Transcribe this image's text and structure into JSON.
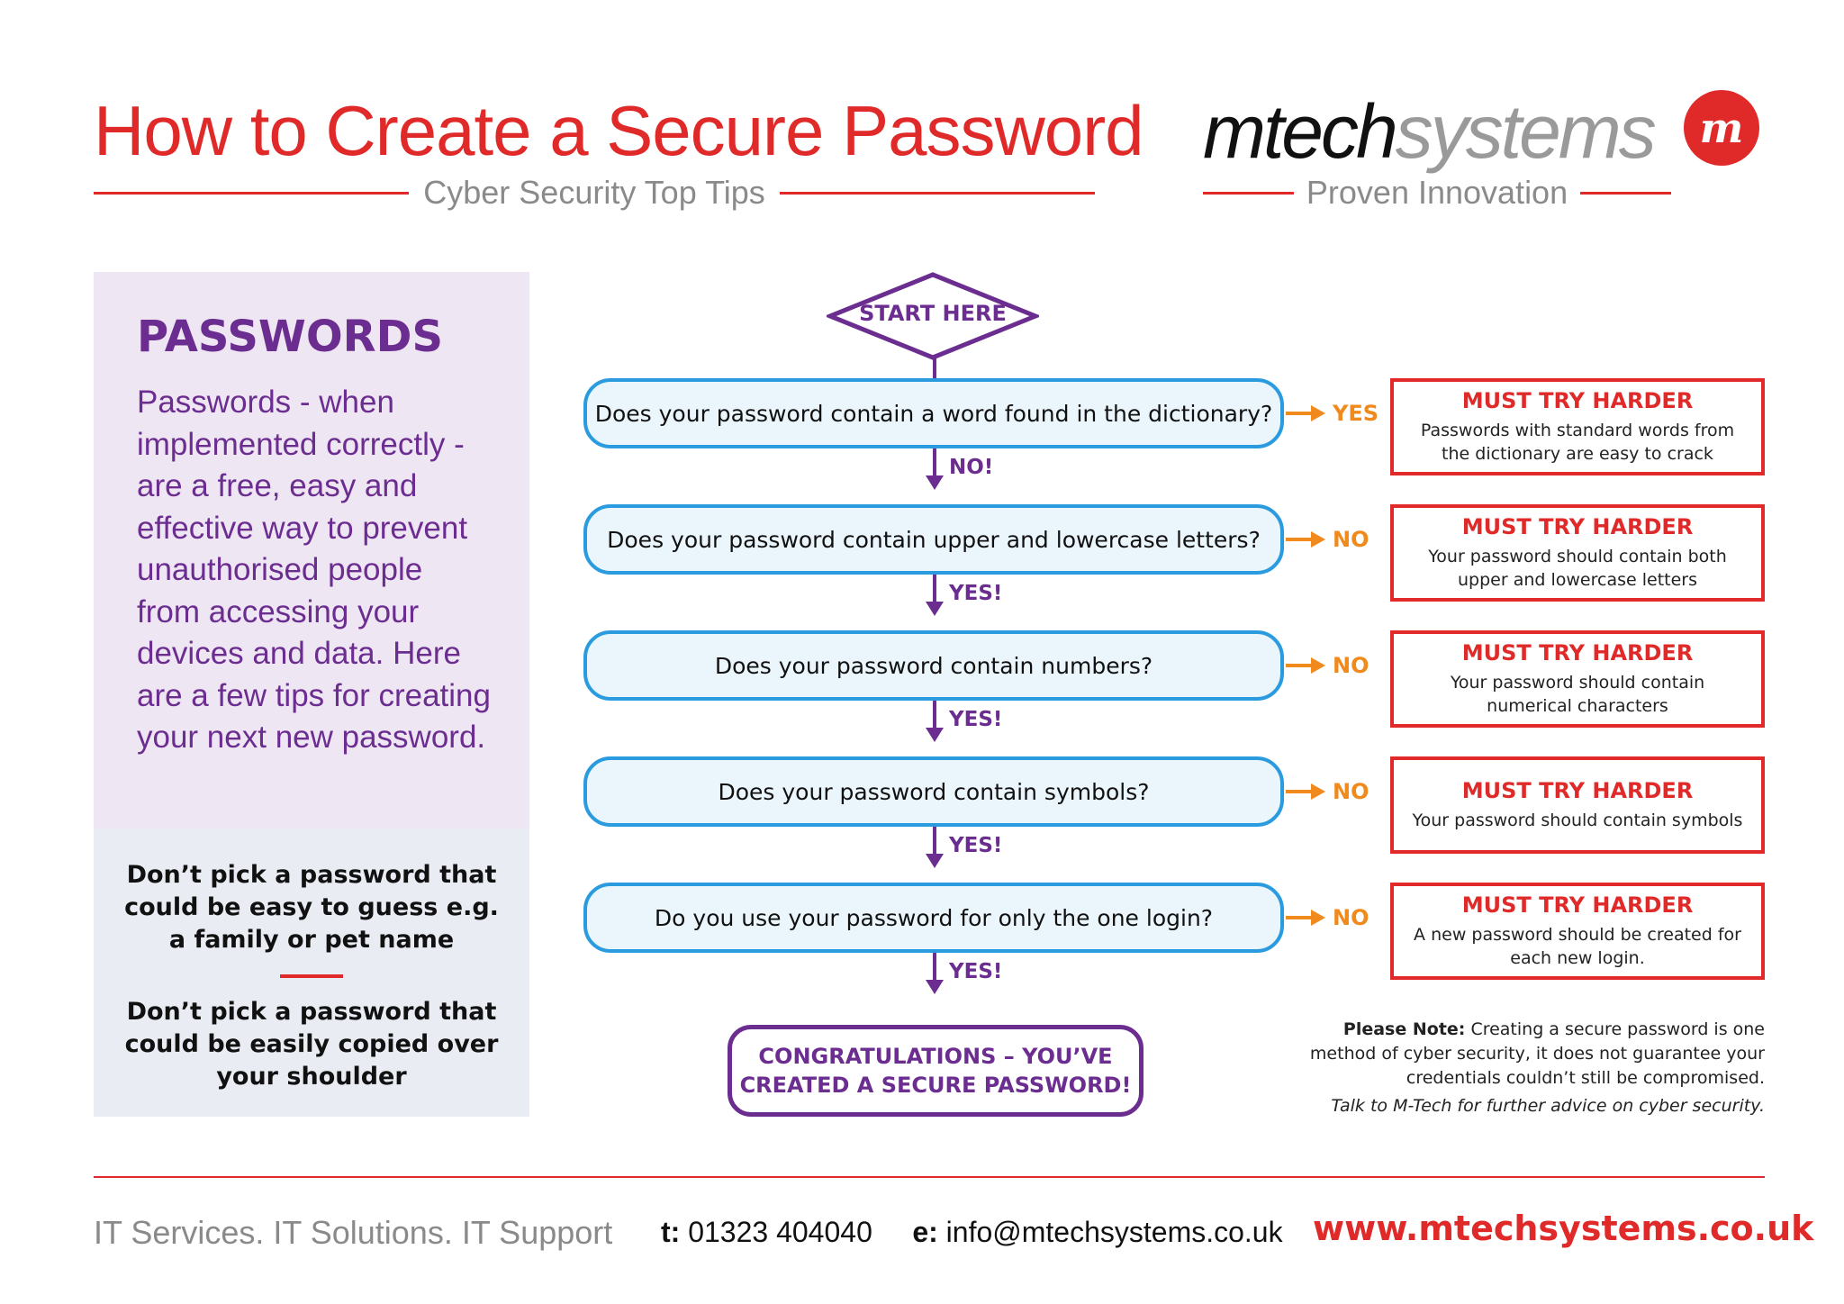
{
  "header": {
    "title": "How to Create a Secure Password",
    "subtitle": "Cyber Security Top Tips",
    "brand_mtech": "mtech",
    "brand_systems": "systems",
    "brand_logo_letter": "m",
    "tagline": "Proven Innovation"
  },
  "left_panel": {
    "heading": "PASSWORDS",
    "intro": "Passwords - when implemented correctly - are a free, easy and effective way to prevent unauthorised people from accessing your devices and data. Here are a few tips for creating your next new password.",
    "tips": [
      "Don’t pick a password that could be easy to guess e.g. a family or pet name",
      "Don’t pick a password that could be easily copied over your shoulder"
    ]
  },
  "flowchart": {
    "start": "START HERE",
    "questions": [
      {
        "text": "Does your password contain a word found in the dictionary?",
        "down_label": "NO!",
        "side_label": "YES"
      },
      {
        "text": "Does your password contain upper and lowercase letters?",
        "down_label": "YES!",
        "side_label": "NO"
      },
      {
        "text": "Does your password contain numbers?",
        "down_label": "YES!",
        "side_label": "NO"
      },
      {
        "text": "Does your password contain symbols?",
        "down_label": "YES!",
        "side_label": "NO"
      },
      {
        "text": "Do you use your password for only the one login?",
        "down_label": "YES!",
        "side_label": "NO"
      }
    ],
    "results": [
      {
        "head": "MUST TRY HARDER",
        "body": "Passwords with standard words from the dictionary are easy to crack"
      },
      {
        "head": "MUST TRY HARDER",
        "body": "Your password should contain both upper and lowercase letters"
      },
      {
        "head": "MUST TRY HARDER",
        "body": "Your password should contain numerical characters"
      },
      {
        "head": "MUST TRY HARDER",
        "body": "Your password should contain symbols"
      },
      {
        "head": "MUST TRY HARDER",
        "body": "A new password should be created for each new login."
      }
    ],
    "end_line1": "CONGRATULATIONS – YOU’VE",
    "end_line2": "CREATED A SECURE PASSWORD!"
  },
  "note": {
    "label": "Please Note:",
    "text": "Creating a secure password is one method of cyber security, it does not guarantee your credentials couldn’t still be compromised.",
    "italic": "Talk to M-Tech for further advice on cyber security."
  },
  "footer": {
    "services": "IT Services. IT Solutions. IT Support",
    "phone_label": "t:",
    "phone": "01323 404040",
    "email_label": "e:",
    "email": "info@mtechsystems.co.uk",
    "url": "www.mtechsystems.co.uk"
  },
  "colors": {
    "red": "#e02a2a",
    "purple": "#6b2d8f",
    "blue": "#2b9be0",
    "orange": "#f08a1c",
    "grey": "#8a8a8a"
  }
}
